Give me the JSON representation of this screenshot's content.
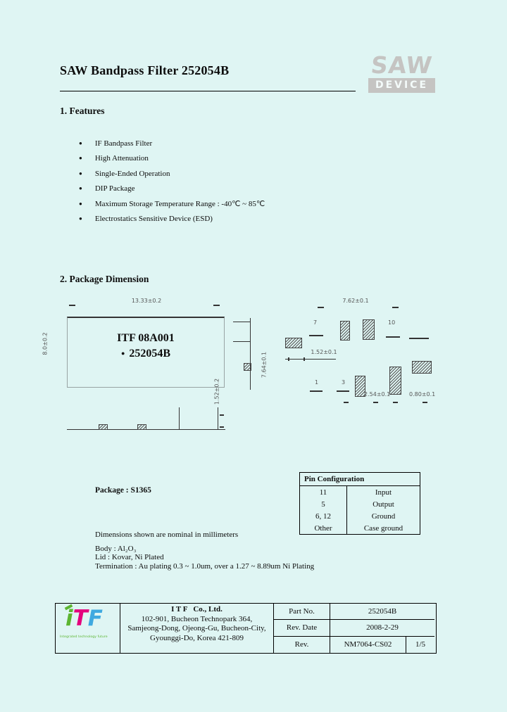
{
  "header": {
    "title": "SAW Bandpass Filter 252054B",
    "logo_word": "SAW",
    "logo_device": "DEVICE"
  },
  "ui": {
    "bullet_icon": "●",
    "pin1_dot_icon": "●"
  },
  "features": {
    "heading": "1. Features",
    "items": [
      "IF Bandpass Filter",
      "High Attenuation",
      "Single-Ended Operation",
      "DIP Package",
      "Maximum Storage Temperature Range : -40℃ ~ 85℃",
      "Electrostatics Sensitive Device (ESD)"
    ]
  },
  "package_dimension": {
    "heading": "2. Package Dimension",
    "package_label": "Package : S1365",
    "left_figure": {
      "marking_line1": "ITF 08A001",
      "marking_line2": "252054B",
      "dim_top": "13.33±0.2",
      "dim_left": "8.0±0.2",
      "dim_side": "1.52±0.2"
    },
    "right_figure": {
      "dim_top": "7.62±0.1",
      "dim_left": "7.64±0.1",
      "dim_inner": "1.52±0.1",
      "dim_pitch": "2.54±0.1",
      "dim_pad": "0.80±0.1",
      "pin7": "7",
      "pin10": "10",
      "pin1": "1",
      "pin3": "3"
    }
  },
  "pin_configuration": {
    "title": "Pin Configuration",
    "rows": [
      [
        "11",
        "Input"
      ],
      [
        "5",
        "Output"
      ],
      [
        "6, 12",
        "Ground"
      ],
      [
        "Other",
        "Case ground"
      ]
    ]
  },
  "notes": {
    "line1": "Dimensions shown are nominal in millimeters",
    "line2": "Body : Al₂O₃",
    "line3": "Lid : Kovar, Ni Plated",
    "line4": "Termination : Au plating 0.3 ~ 1.0um, over a 1.27 ~ 8.89um Ni Plating"
  },
  "footer": {
    "company_name": "I T F   Co., Ltd.",
    "address_line1": "102-901, Bucheon Technopark 364,",
    "address_line2": "Samjeong-Dong, Ojeong-Gu, Bucheon-City,",
    "address_line3": "Gyounggi-Do, Korea 421-809",
    "itf_logo": {
      "i": "i",
      "t": "T",
      "f": "F",
      "tagline": "Integrated technology future"
    },
    "part_no_label": "Part No.",
    "part_no_value": "252054B",
    "rev_date_label": "Rev. Date",
    "rev_date_value": "2008-2-29",
    "rev_label": "Rev.",
    "rev_value": "NM7064-CS02",
    "rev_page": "1/5"
  },
  "colors": {
    "page_background": "#dff5f3",
    "saw_logo_gray": "#c5c4c2",
    "itf_green": "#5cb531",
    "itf_magenta": "#e5007d",
    "itf_blue": "#3fa9e0"
  }
}
